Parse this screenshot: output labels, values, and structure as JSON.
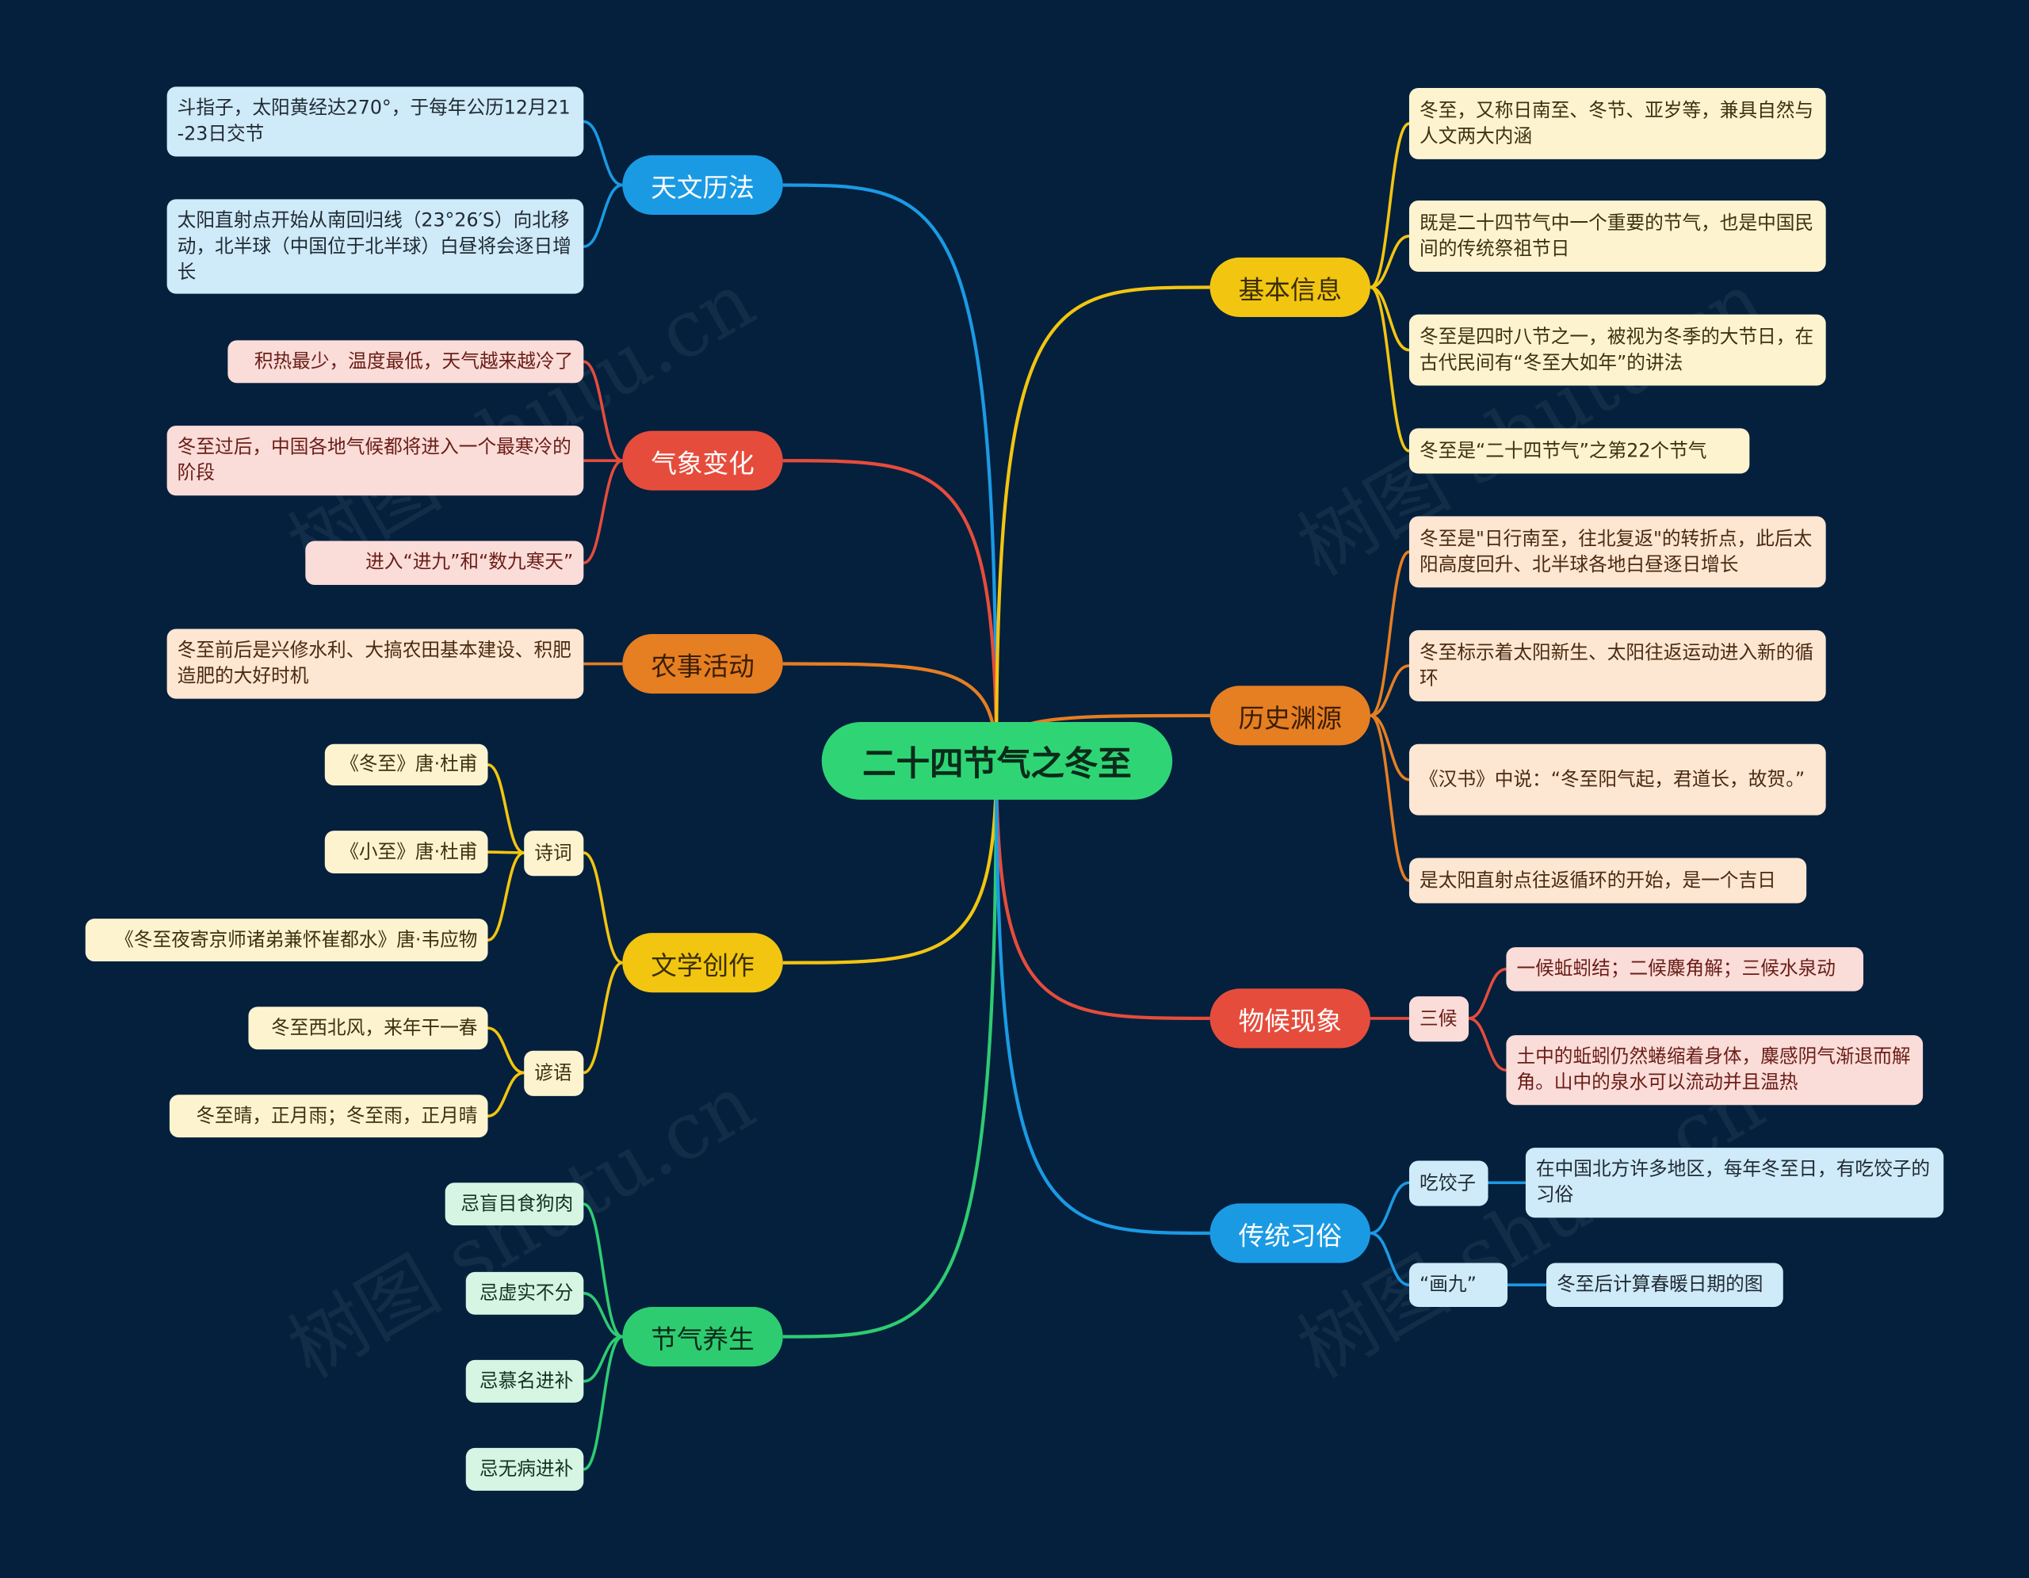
{
  "title": "二十四节气之冬至",
  "watermark": "树图 shutu.cn",
  "colors": {
    "background": "#04203d",
    "blue": "#1b9ae4",
    "red": "#e64c3c",
    "orange": "#e67e22",
    "yellow": "#f2c511",
    "green": "#2ecc71"
  },
  "tianwen": {
    "label": "天文历法",
    "items": [
      "斗指子，太阳黄经达270°，于每年公历12月21-23日交节",
      "太阳直射点开始从南回归线（23°26′S）向北移动，北半球（中国位于北半球）白昼将会逐日增长"
    ]
  },
  "qixiang": {
    "label": "气象变化",
    "items": [
      "积热最少，温度最低，天气越来越冷了",
      "冬至过后，中国各地气候都将进入一个最寒冷的阶段",
      "进入“进九”和“数九寒天”"
    ]
  },
  "nongshi": {
    "label": "农事活动",
    "items": [
      "冬至前后是兴修水利、大搞农田基本建设、积肥造肥的大好时机"
    ]
  },
  "wenxue": {
    "label": "文学创作",
    "shici": {
      "label": "诗词",
      "items": [
        "《冬至》唐·杜甫",
        "《小至》唐·杜甫",
        "《冬至夜寄京师诸弟兼怀崔都水》唐·韦应物"
      ]
    },
    "yanyu": {
      "label": "谚语",
      "items": [
        "冬至西北风，来年干一春",
        "冬至晴，正月雨；冬至雨，正月晴"
      ]
    }
  },
  "yangsheng": {
    "label": "节气养生",
    "items": [
      "忌盲目食狗肉",
      "忌虚实不分",
      "忌慕名进补",
      "忌无病进补"
    ]
  },
  "jiben": {
    "label": "基本信息",
    "items": [
      "冬至，又称日南至、冬节、亚岁等，兼具自然与人文两大内涵",
      "既是二十四节气中一个重要的节气，也是中国民间的传统祭祖节日",
      "冬至是四时八节之一，被视为冬季的大节日，在古代民间有“冬至大如年”的讲法",
      "冬至是“二十四节气”之第22个节气"
    ]
  },
  "lishi": {
    "label": "历史渊源",
    "items": [
      "冬至是\"日行南至，往北复返\"的转折点，此后太阳高度回升、北半球各地白昼逐日增长",
      "冬至标示着太阳新生、太阳往返运动进入新的循环",
      "《汉书》中说：“冬至阳气起，君道长，故贺。”",
      "是太阳直射点往返循环的开始，是一个吉日"
    ]
  },
  "wuhou": {
    "label": "物候现象",
    "sanhou": {
      "label": "三候",
      "items": [
        "一候蚯蚓结；二候麋角解；三候水泉动",
        "土中的蚯蚓仍然蜷缩着身体，麋感阴气渐退而解角。山中的泉水可以流动并且温热"
      ]
    }
  },
  "xisu": {
    "label": "传统习俗",
    "jiaozi": {
      "label": "吃饺子",
      "items": [
        "在中国北方许多地区，每年冬至日，有吃饺子的习俗"
      ]
    },
    "huajiu": {
      "label": "“画九”",
      "items": [
        "冬至后计算春暖日期的图"
      ]
    }
  }
}
